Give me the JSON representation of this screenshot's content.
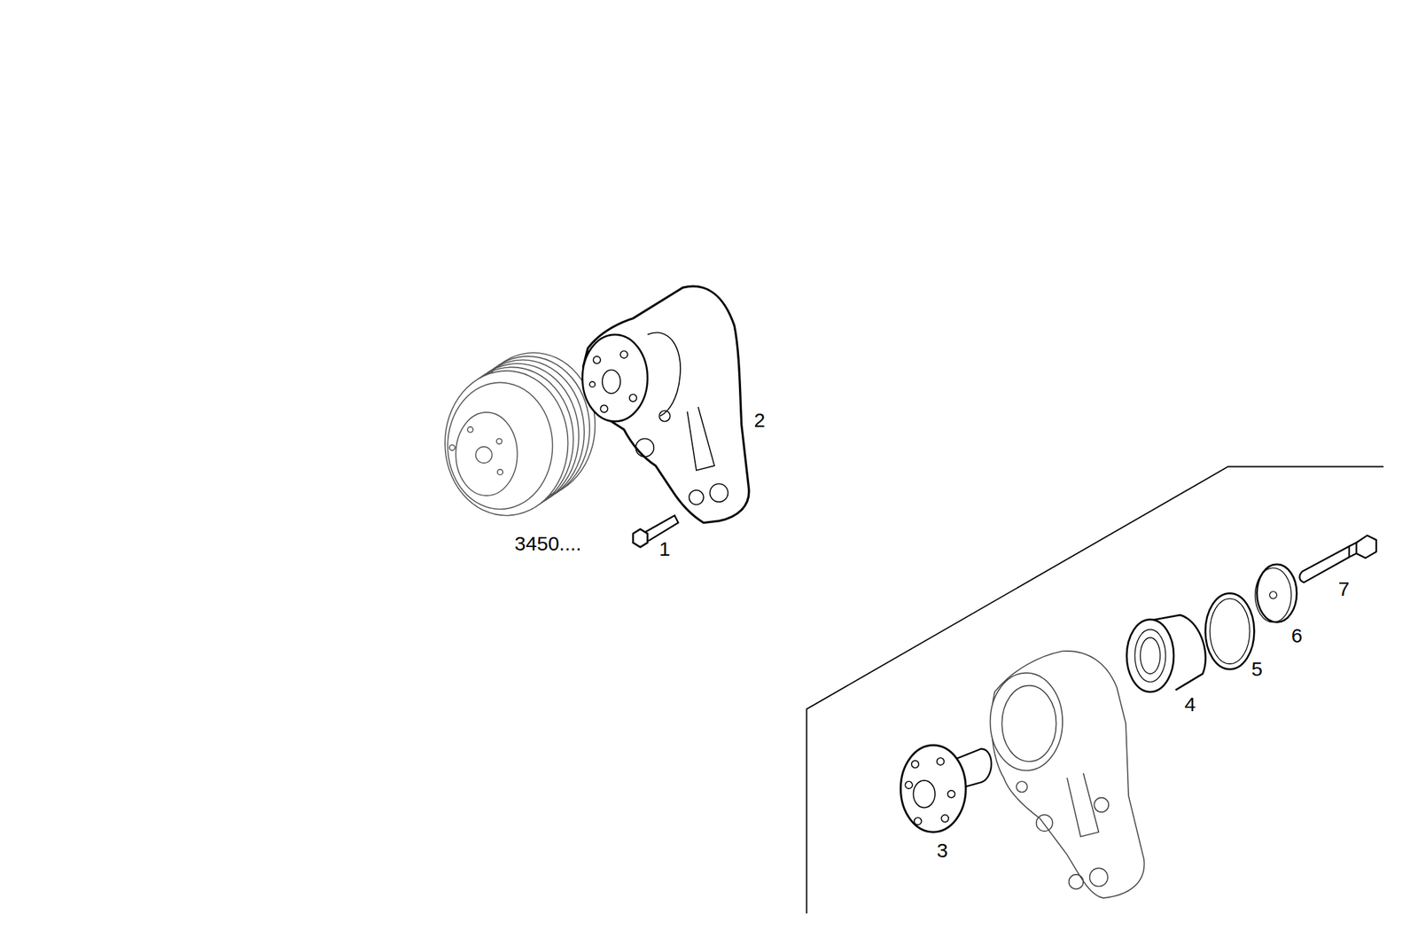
{
  "diagram": {
    "labels": [
      "2",
      "3450....",
      "1",
      "7",
      "6",
      "5",
      "4",
      "3"
    ]
  }
}
